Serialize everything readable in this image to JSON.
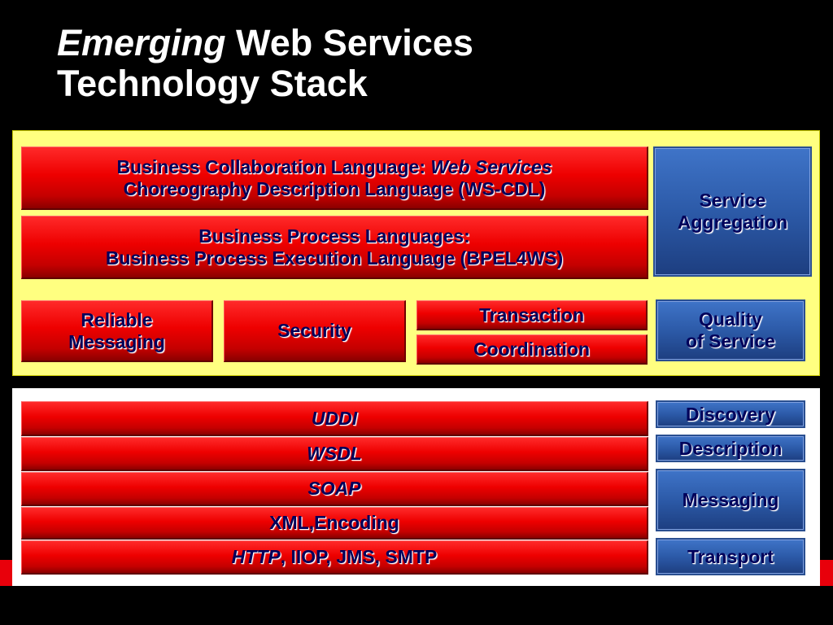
{
  "title": {
    "emphasis": "Emerging",
    "line1_rest": " Web Services",
    "line2": "Technology Stack"
  },
  "upper_stack": {
    "bcl_prefix": "Business Collaboration Language: ",
    "bcl_italic": "Web Services",
    "bcl_line2": "Choreography Description Language (WS-CDL)",
    "bpl_line1": "Business Process Languages:",
    "bpl_line2": "Business Process Execution Language (BPEL4WS)",
    "reliable_line1": "Reliable",
    "reliable_line2": "Messaging",
    "security": "Security",
    "transaction": "Transaction",
    "coordination": "Coordination",
    "service_aggregation_line1": "Service",
    "service_aggregation_line2": "Aggregation",
    "qos_line1": "Quality",
    "qos_line2": "of Service"
  },
  "lower_stack": {
    "uddi": "UDDI",
    "wsdl": "WSDL",
    "soap": "SOAP",
    "xml": "XML,Encoding",
    "http": "HTTP",
    "transports_rest": ", IIOP, JMS, SMTP",
    "discovery": "Discovery",
    "description": "Description",
    "messaging": "Messaging",
    "transport": "Transport"
  },
  "colors": {
    "red": "#ee0000",
    "blue": "#2c5aa8",
    "text": "#00005a",
    "upper_panel": "#ffff80",
    "lower_panel": "#ffffff"
  }
}
